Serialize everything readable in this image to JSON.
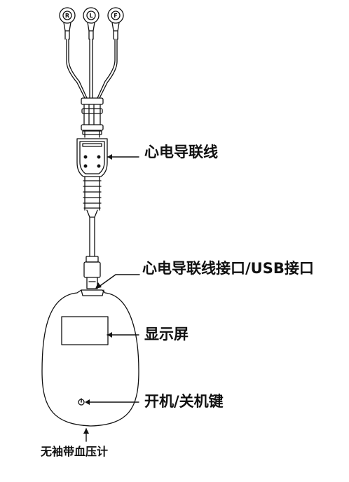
{
  "electrodes": [
    {
      "letter": "R"
    },
    {
      "letter": "L"
    },
    {
      "letter": "F"
    }
  ],
  "labels": {
    "ecg_cable": "心电导联线",
    "cable_port": "心电导联线接口/USB接口",
    "display": "显示屏",
    "power_key": "开机/关机键",
    "device": "无袖带血压计"
  },
  "colors": {
    "line": "#111111",
    "background": "#ffffff"
  }
}
